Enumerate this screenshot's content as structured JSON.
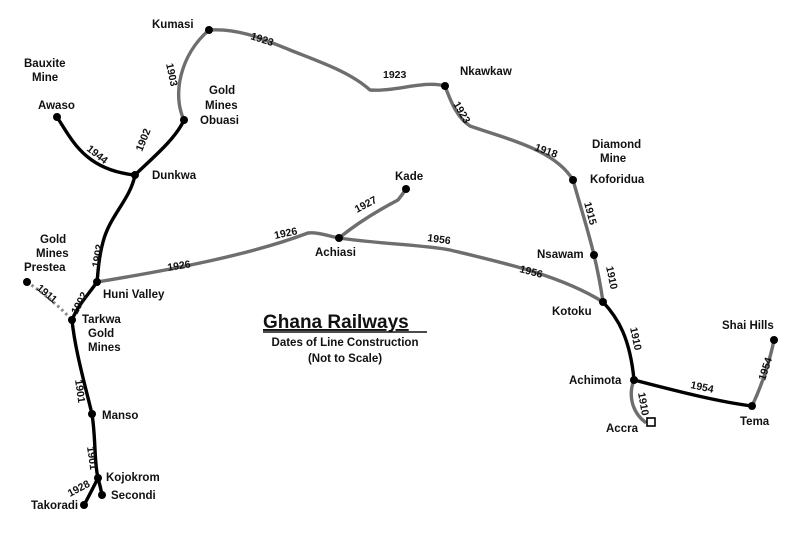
{
  "title": "Ghana Railways",
  "subtitle_line1": "Dates of Line Construction",
  "subtitle_line2": "(Not to Scale)",
  "colors": {
    "line_early": "#000000",
    "line_later": "#6e6e6e",
    "background": "#ffffff"
  },
  "places": {
    "kumasi": "Kumasi",
    "bauxite_1": "Bauxite",
    "bauxite_2": "Mine",
    "awaso": "Awaso",
    "gold_obuasi_1": "Gold",
    "gold_obuasi_2": "Mines",
    "gold_obuasi_3": "Obuasi",
    "dunkwa": "Dunkwa",
    "nkawkaw": "Nkawkaw",
    "diamond_1": "Diamond",
    "diamond_2": "Mine",
    "koforidua": "Koforidua",
    "kade": "Kade",
    "achiasi": "Achiasi",
    "gold_prestea_1": "Gold",
    "gold_prestea_2": "Mines",
    "prestea": "Prestea",
    "huni_valley": "Huni Valley",
    "tarkwa": "Tarkwa",
    "gold_tarkwa_1": "Gold",
    "gold_tarkwa_2": "Mines",
    "nsawam": "Nsawam",
    "kotoku": "Kotoku",
    "shai_hills": "Shai Hills",
    "achimota": "Achimota",
    "accra": "Accra",
    "tema": "Tema",
    "manso": "Manso",
    "kojokrom": "Kojokrom",
    "secondi": "Secondi",
    "takoradi": "Takoradi"
  },
  "years": {
    "kumasi_east": "1923",
    "mid_north": "1923",
    "nkawkaw_south": "1923",
    "to_koforidua": "1918",
    "koforidua_nsawam": "1915",
    "nsawam_kotoku": "1910",
    "kotoku_achimota": "1910",
    "achimota_accra": "1910",
    "achimota_tema": "1954",
    "tema_shai": "1954",
    "obuasi_kumasi": "1903",
    "dunkwa_obuasi": "1902",
    "awaso_dunkwa": "1944",
    "huni_dunkwa": "1902",
    "tarkwa_huni": "1902",
    "prestea_tarkwa": "1911",
    "huni_achiasi_west": "1926",
    "huni_achiasi_east": "1926",
    "achiasi_kade": "1927",
    "achiasi_kotoku_west": "1956",
    "achiasi_kotoku_east": "1956",
    "tarkwa_manso": "1901",
    "manso_kojokrom": "1901",
    "takoradi_kojokrom": "1928"
  }
}
